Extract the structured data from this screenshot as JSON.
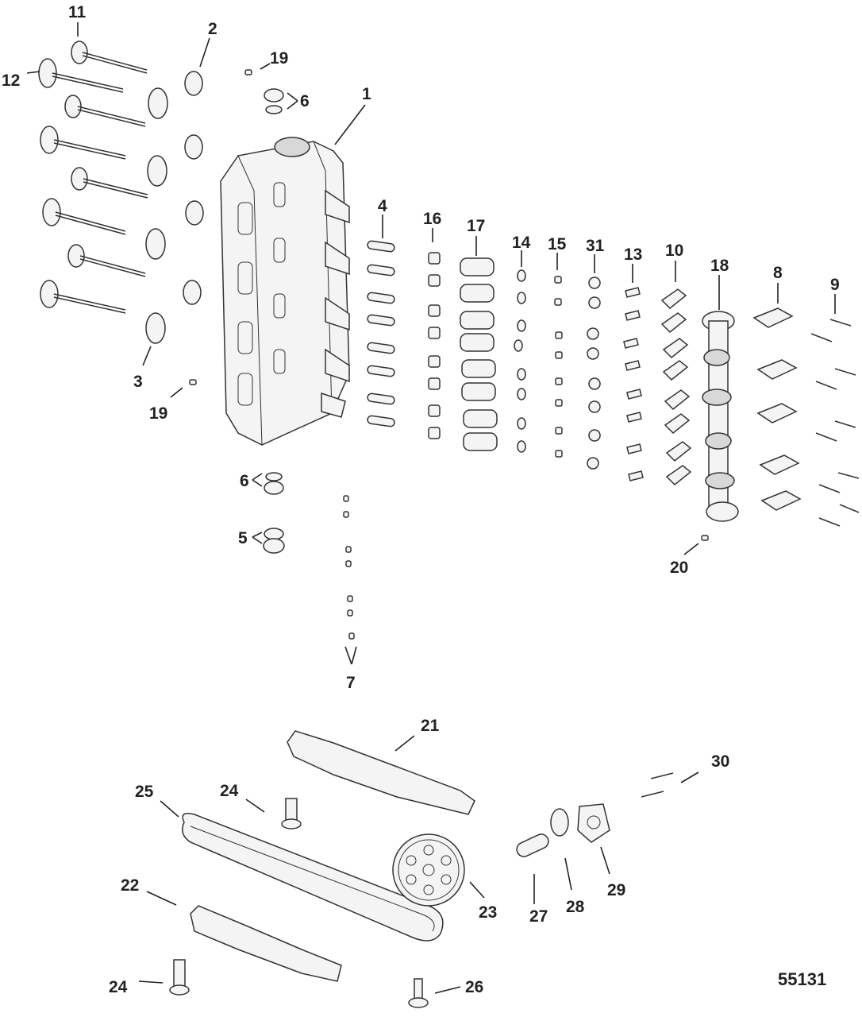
{
  "figure_id": "55131",
  "callouts": {
    "c1": "1",
    "c2": "2",
    "c3": "3",
    "c4": "4",
    "c5": "5",
    "c6a": "6",
    "c6b": "6",
    "c7": "7",
    "c8": "8",
    "c9": "9",
    "c10": "10",
    "c11": "11",
    "c12": "12",
    "c13": "13",
    "c14": "14",
    "c15": "15",
    "c16": "16",
    "c17": "17",
    "c18": "18",
    "c19a": "19",
    "c19b": "19",
    "c20": "20",
    "c21": "21",
    "c22": "22",
    "c23": "23",
    "c24a": "24",
    "c24b": "24",
    "c25": "25",
    "c26": "26",
    "c27": "27",
    "c28": "28",
    "c29": "29",
    "c30": "30",
    "c31": "31"
  }
}
